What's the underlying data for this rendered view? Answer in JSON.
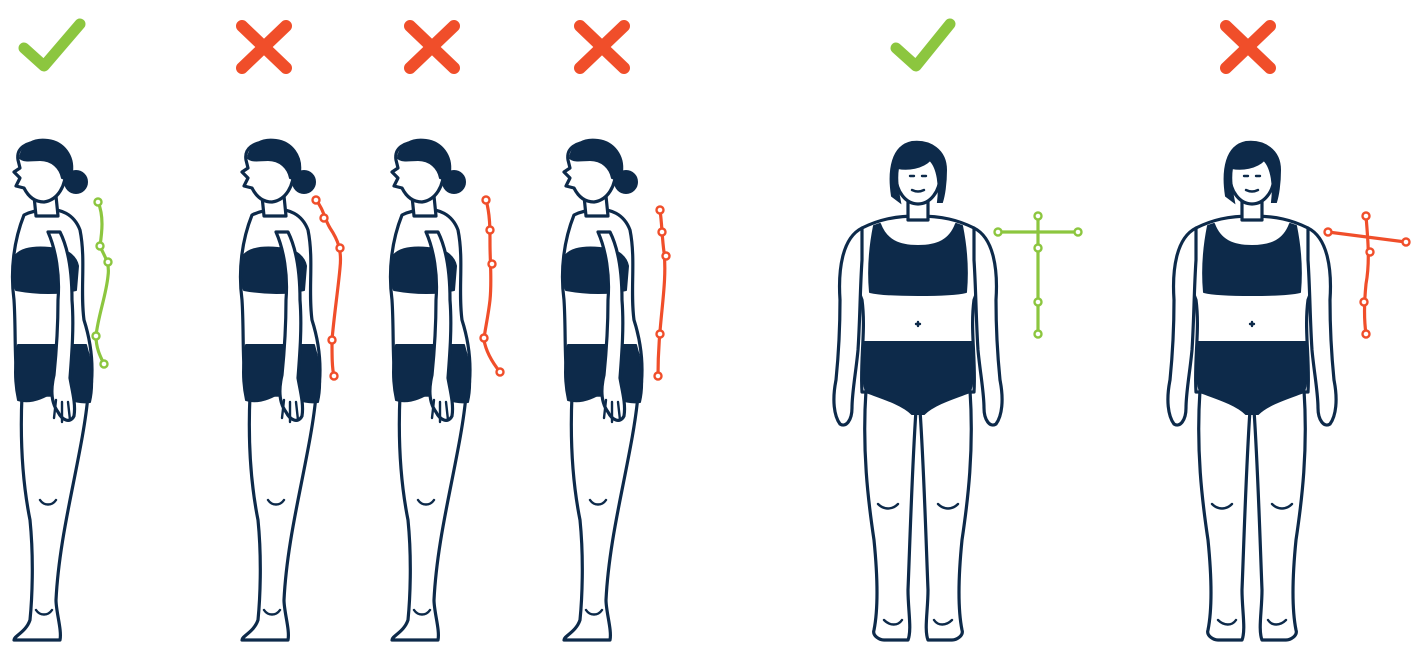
{
  "colors": {
    "ink": "#0d2a4a",
    "good": "#8cc63f",
    "bad": "#f04e2a",
    "background": "#ffffff"
  },
  "panels": [
    {
      "view": "side",
      "verdict": "correct",
      "mark_icon": "check-icon",
      "spine_shape": "neutral-s-curve"
    },
    {
      "view": "side",
      "verdict": "incorrect",
      "mark_icon": "cross-icon",
      "spine_shape": "rounded-upper-back"
    },
    {
      "view": "side",
      "verdict": "incorrect",
      "mark_icon": "cross-icon",
      "spine_shape": "swayback"
    },
    {
      "view": "side",
      "verdict": "incorrect",
      "mark_icon": "cross-icon",
      "spine_shape": "flat-back"
    },
    {
      "view": "front",
      "verdict": "correct",
      "mark_icon": "check-icon",
      "spine_shape": "level-shoulders"
    },
    {
      "view": "front",
      "verdict": "incorrect",
      "mark_icon": "cross-icon",
      "spine_shape": "tilted-shoulders"
    }
  ]
}
